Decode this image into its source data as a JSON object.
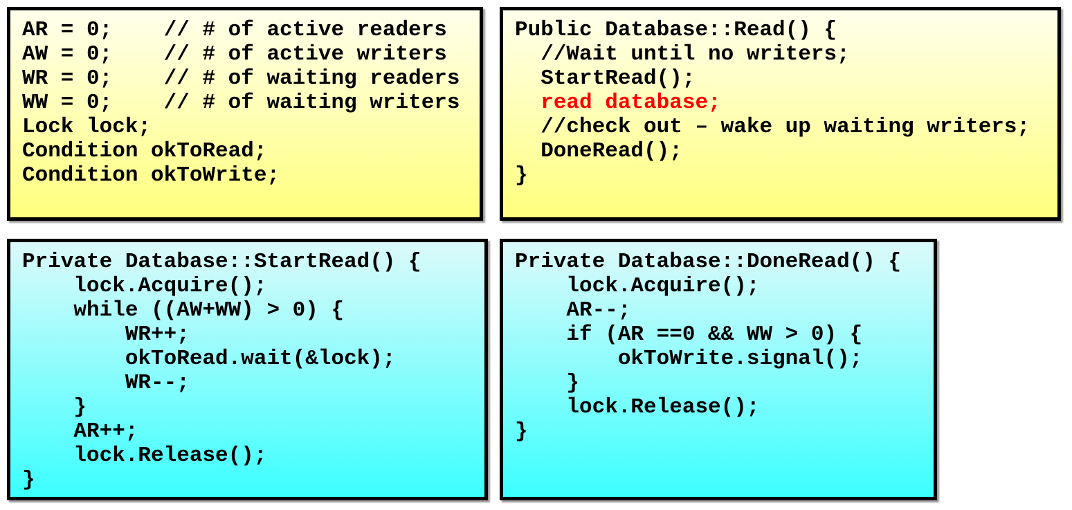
{
  "page": {
    "background": "#FFFFFF",
    "description": "Readers-Writers monitor code slide with four code panels"
  },
  "colors": {
    "yellow_gradient_top": "#FFFFEC",
    "yellow_gradient_bottom": "#FFFF7E",
    "cyan_gradient_top": "#DCFAFA",
    "cyan_gradient_bottom": "#3CFFFF",
    "border": "#000000",
    "code_text": "#000000",
    "highlight_text": "#FF0000"
  },
  "boxes": {
    "globals": {
      "lines": [
        {
          "text": "AR = 0;    // # of active readers",
          "color": "default"
        },
        {
          "text": "AW = 0;    // # of active writers",
          "color": "default"
        },
        {
          "text": "WR = 0;    // # of waiting readers",
          "color": "default"
        },
        {
          "text": "WW = 0;    // # of waiting writers",
          "color": "default"
        },
        {
          "text": "Lock lock;",
          "color": "default"
        },
        {
          "text": "Condition okToRead;",
          "color": "default"
        },
        {
          "text": "Condition okToWrite;",
          "color": "default"
        }
      ]
    },
    "read": {
      "lines": [
        {
          "text": "Public Database::Read() {",
          "color": "default"
        },
        {
          "text": "  //Wait until no writers;",
          "color": "default"
        },
        {
          "text": "  StartRead();",
          "color": "default"
        },
        {
          "text": "  read database;",
          "color": "red"
        },
        {
          "text": "  //check out – wake up waiting writers;",
          "color": "default"
        },
        {
          "text": "  DoneRead();",
          "color": "default"
        },
        {
          "text": "}",
          "color": "default"
        }
      ]
    },
    "startread": {
      "lines": [
        {
          "text": "Private Database::StartRead() {",
          "color": "default"
        },
        {
          "text": "    lock.Acquire();",
          "color": "default"
        },
        {
          "text": "    while ((AW+WW) > 0) {",
          "color": "default"
        },
        {
          "text": "        WR++;",
          "color": "default"
        },
        {
          "text": "        okToRead.wait(&lock);",
          "color": "default"
        },
        {
          "text": "        WR--;",
          "color": "default"
        },
        {
          "text": "    }",
          "color": "default"
        },
        {
          "text": "    AR++;",
          "color": "default"
        },
        {
          "text": "    lock.Release();",
          "color": "default"
        },
        {
          "text": "}",
          "color": "default"
        }
      ]
    },
    "doneread": {
      "lines": [
        {
          "text": "Private Database::DoneRead() {",
          "color": "default"
        },
        {
          "text": "    lock.Acquire();",
          "color": "default"
        },
        {
          "text": "    AR--;",
          "color": "default"
        },
        {
          "text": "    if (AR ==0 && WW > 0) {",
          "color": "default"
        },
        {
          "text": "        okToWrite.signal();",
          "color": "default"
        },
        {
          "text": "    }",
          "color": "default"
        },
        {
          "text": "    lock.Release();",
          "color": "default"
        },
        {
          "text": "}",
          "color": "default"
        }
      ]
    }
  }
}
